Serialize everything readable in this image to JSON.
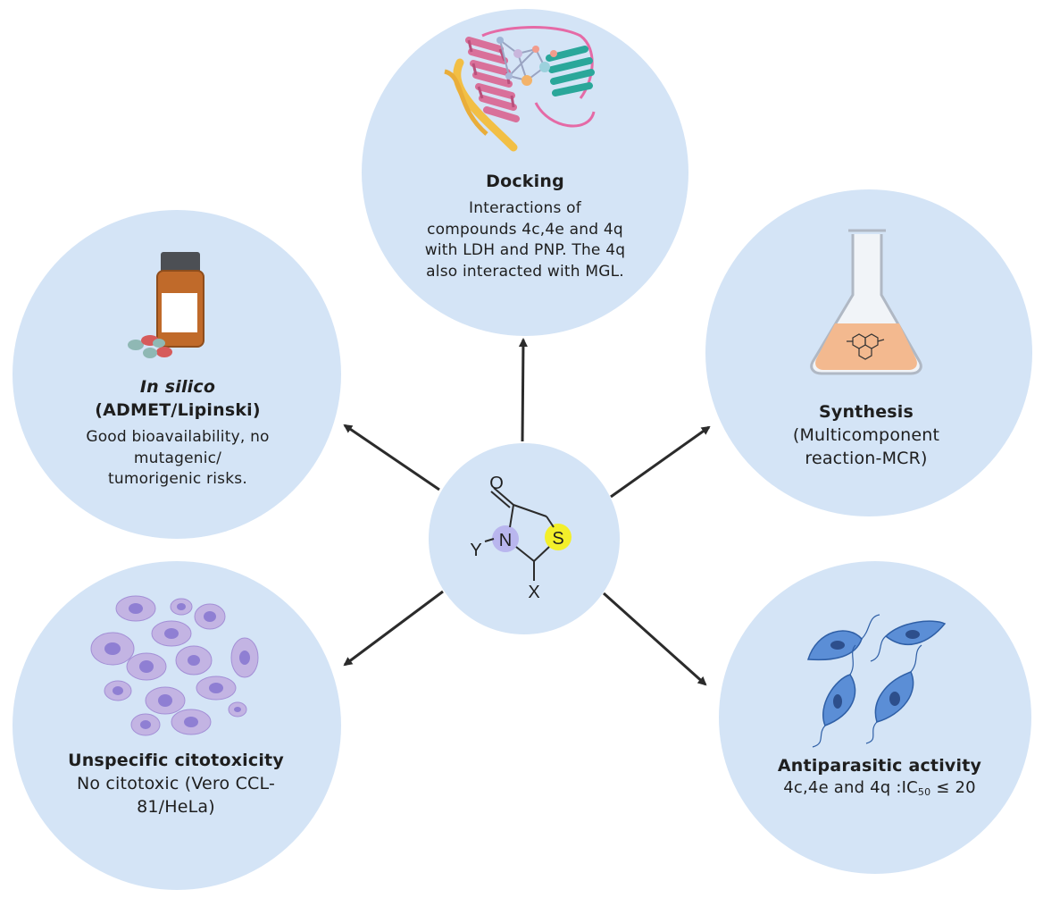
{
  "center": {
    "atoms": {
      "o": "O",
      "n": "N",
      "s": "S",
      "y": "Y",
      "x": "X"
    }
  },
  "nodes": {
    "docking": {
      "title": "Docking",
      "lines": [
        "Interactions of",
        "compounds 4c,4e and 4q",
        "with LDH and PNP. The 4q",
        "also interacted with MGL."
      ]
    },
    "insilico": {
      "title_italic": "In silico",
      "title2": "(ADMET/Lipinski)",
      "lines": [
        "Good bioavailability, no",
        "mutagenic/",
        "tumorigenic risks."
      ]
    },
    "synthesis": {
      "title": "Synthesis",
      "lines": [
        "(Multicomponent",
        "reaction-MCR)"
      ]
    },
    "cytotoxicity": {
      "title": "Unspecific citotoxicity",
      "lines": [
        "No citotoxic (Vero CCL-",
        "81/HeLa)"
      ]
    },
    "antiparasitic": {
      "title": "Antiparasitic activity",
      "line_prefix": "4c,4e and 4q :IC",
      "line_sub": "50",
      "line_suffix": " ≤ 20"
    }
  },
  "colors": {
    "circle_fill": "#d4e4f6",
    "arrow": "#2b2b2b",
    "nitrogen_highlight": "#b9b6ee",
    "sulfur_highlight": "#f3ef2a"
  },
  "icons": {
    "docking": "protein-structure-icon",
    "insilico": "pill-bottle-icon",
    "synthesis": "erlenmeyer-flask-icon",
    "cytotoxicity": "cells-icon",
    "antiparasitic": "parasites-icon"
  }
}
